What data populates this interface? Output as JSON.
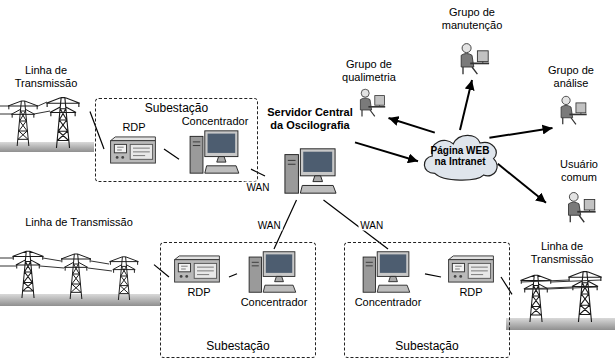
{
  "diagram": {
    "nodes": [
      {
        "text": [
          "Linha de Transmissão"
        ]
      },
      {
        "text": [
          "Subestação"
        ]
      },
      {
        "text": [
          "RDP"
        ],
        "in": 1
      },
      {
        "text": [
          "Concentrador"
        ],
        "in": 1
      },
      {
        "text": [
          "Servidor Central da Oscilografia"
        ]
      },
      {
        "text": [
          "Grupo de qualimetria"
        ]
      },
      {
        "text": [
          "Grupo de manutenção"
        ]
      },
      {
        "text": [
          "Página WEB na Intranet"
        ]
      },
      {
        "text": [
          "Grupo de análise"
        ]
      },
      {
        "text": [
          "Usuário comum"
        ]
      },
      {
        "text": [
          "Linha de Transmissão"
        ]
      },
      {
        "text": [
          "Subestação"
        ]
      },
      {
        "text": [
          "RDP"
        ],
        "in": 11
      },
      {
        "text": [
          "Concentrador"
        ],
        "in": 11
      },
      {
        "text": [
          "Subestação"
        ]
      },
      {
        "text": [
          "Concentrador"
        ],
        "in": 14
      },
      {
        "text": [
          "RDP"
        ],
        "in": 14
      },
      {
        "text": [
          "Linha de Transmissão"
        ]
      }
    ],
    "edges": [
      {
        "from": 0,
        "to": 2,
        "arrow": "none"
      },
      {
        "from": 2,
        "to": 3,
        "arrow": "none"
      },
      {
        "from": 3,
        "to": 4,
        "label": "WAN",
        "arrow": "none"
      },
      {
        "from": 4,
        "to": 7,
        "arrow": "to"
      },
      {
        "from": 7,
        "to": 5,
        "arrow": "to"
      },
      {
        "from": 7,
        "to": 6,
        "arrow": "to"
      },
      {
        "from": 7,
        "to": 8,
        "arrow": "to"
      },
      {
        "from": 7,
        "to": 9,
        "arrow": "to"
      },
      {
        "from": 10,
        "to": 12,
        "arrow": "none"
      },
      {
        "from": 12,
        "to": 13,
        "arrow": "none"
      },
      {
        "from": 4,
        "to": 13,
        "label": "WAN",
        "arrow": "none"
      },
      {
        "from": 4,
        "to": 15,
        "label": "WAN",
        "arrow": "none"
      },
      {
        "from": 17,
        "to": 16,
        "arrow": "none"
      },
      {
        "from": 16,
        "to": 15,
        "arrow": "none"
      }
    ]
  }
}
